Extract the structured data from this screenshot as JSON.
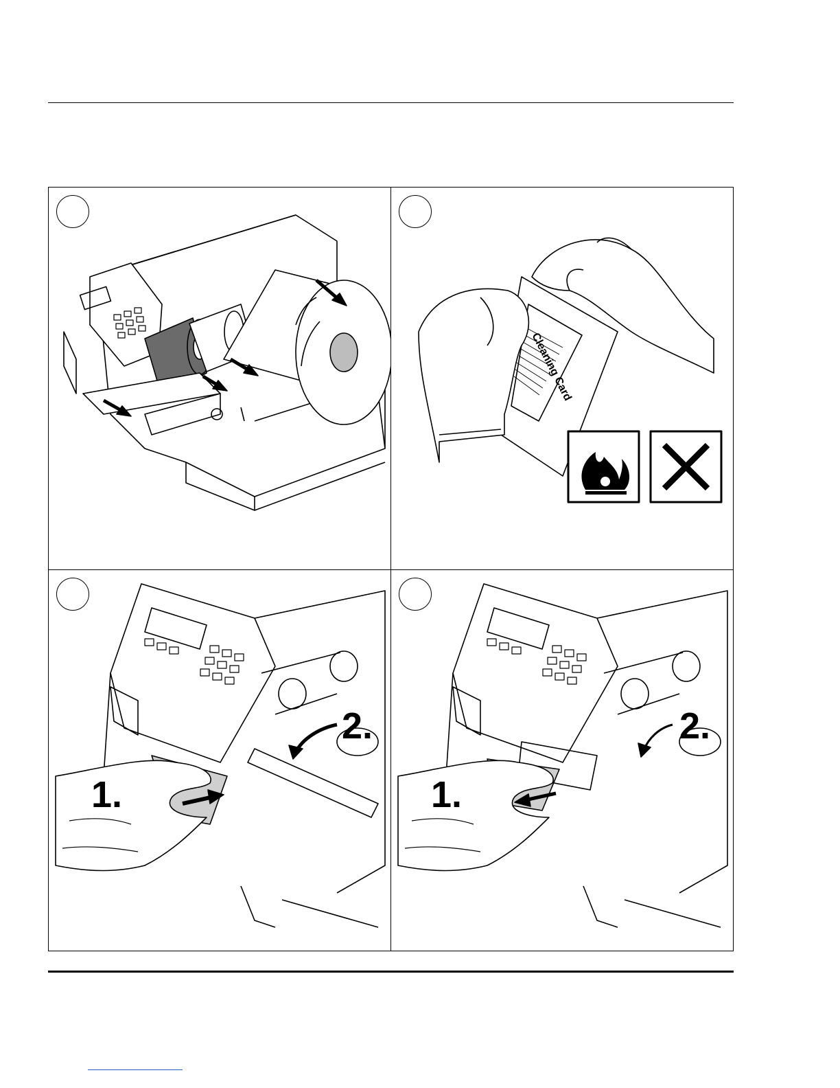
{
  "illustrations": {
    "cleaning_card_label": "Cleaning Card",
    "step_1_label": "1.",
    "step_2_label": "2.",
    "hazard_icons": [
      "flame-icon",
      "cross-icon"
    ]
  },
  "colors": {
    "line": "#000000",
    "shade_dark": "#6b6b6b",
    "shade_light": "#cfcfcf",
    "footnote_link": "#3355cc"
  }
}
